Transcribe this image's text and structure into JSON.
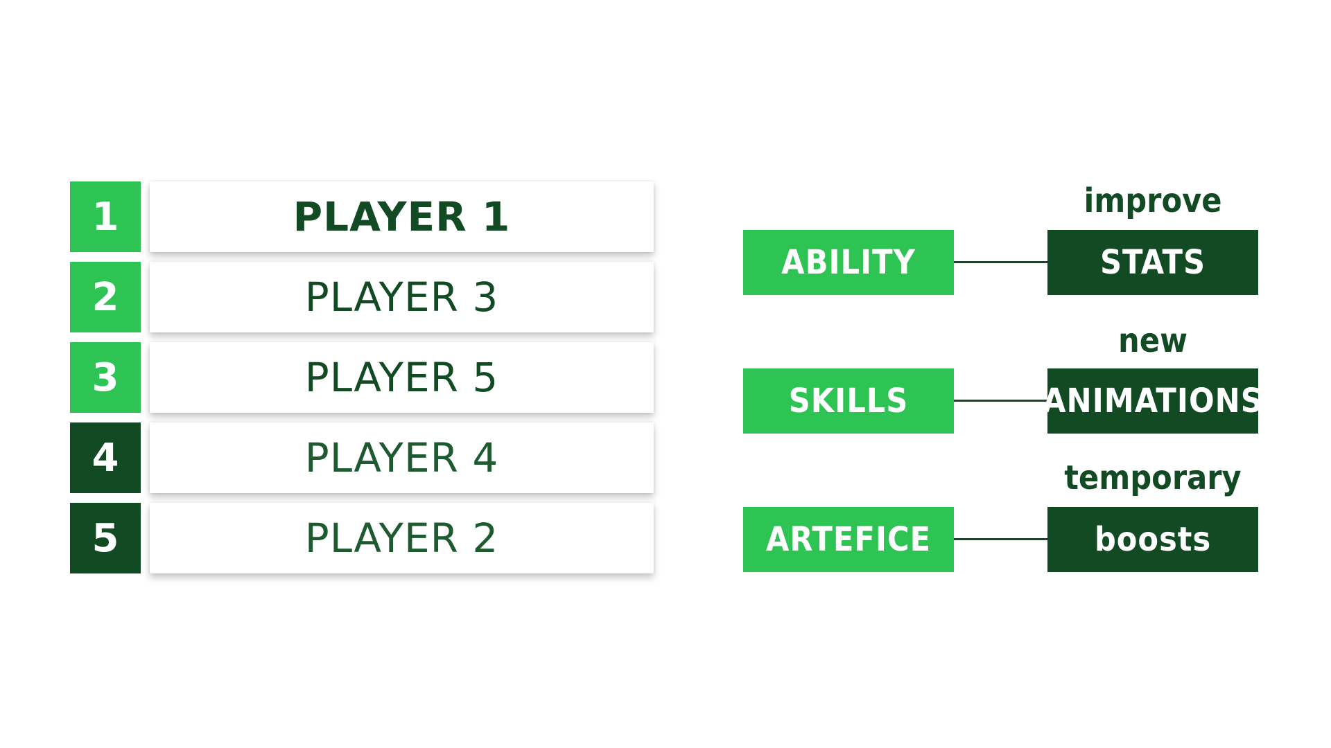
{
  "leaderboard": {
    "rows": [
      {
        "rank": "1",
        "name": "PLAYER 1"
      },
      {
        "rank": "2",
        "name": "PLAYER 3"
      },
      {
        "rank": "3",
        "name": "PLAYER 5"
      },
      {
        "rank": "4",
        "name": "PLAYER 4"
      },
      {
        "rank": "5",
        "name": "PLAYER 2"
      }
    ]
  },
  "upgrades": [
    {
      "category": "ABILITY",
      "label": "improve",
      "target": "STATS"
    },
    {
      "category": "SKILLS",
      "label": "new",
      "target": "ANIMATIONS"
    },
    {
      "category": "ARTEFICE",
      "label": "temporary",
      "target": "boosts"
    }
  ],
  "colors": {
    "bright_green": "#2ec454",
    "dark_green": "#124a23",
    "background": "#ffffff"
  }
}
